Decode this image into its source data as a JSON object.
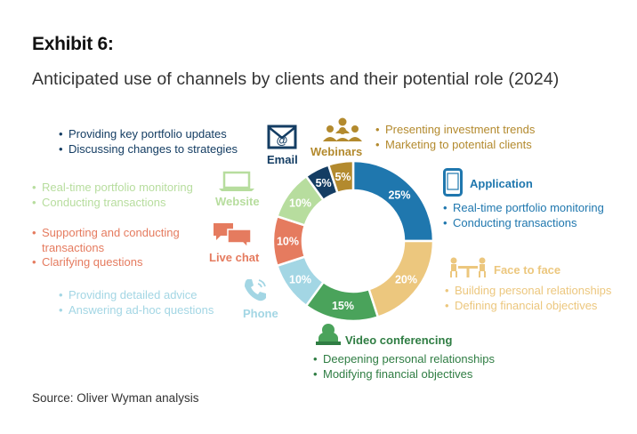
{
  "header": {
    "exhibit": "Exhibit 6:",
    "title": "Anticipated use of channels by clients and their potential role (2024)"
  },
  "source": "Source: Oliver Wyman analysis",
  "chart_data": {
    "type": "pie",
    "donut": true,
    "title": "Anticipated use of channels by clients and their potential role (2024)",
    "slices": [
      {
        "label": "Application",
        "value": 25,
        "value_label": "25%",
        "color": "#1f77ae",
        "icon": "smartphone-icon",
        "roles": [
          "Real-time portfolio monitoring",
          "Conducting transactions"
        ]
      },
      {
        "label": "Face to face",
        "value": 20,
        "value_label": "20%",
        "color": "#ecc77e",
        "icon": "meeting-table-icon",
        "roles": [
          "Building personal relationships",
          "Defining financial objectives"
        ]
      },
      {
        "label": "Video conferencing",
        "value": 15,
        "value_label": "15%",
        "color": "#4aa35b",
        "icon": "video-conference-icon",
        "roles": [
          "Deepening personal relationships",
          "Modifying financial objectives"
        ]
      },
      {
        "label": "Phone",
        "value": 10,
        "value_label": "10%",
        "color": "#a3d6e4",
        "icon": "phone-icon",
        "roles": [
          "Providing detailed advice",
          "Answering ad-hoc questions"
        ]
      },
      {
        "label": "Live chat",
        "value": 10,
        "value_label": "10%",
        "color": "#e57b5f",
        "icon": "chat-bubbles-icon",
        "roles": [
          "Supporting and conducting transactions",
          "Clarifying questions"
        ]
      },
      {
        "label": "Website",
        "value": 10,
        "value_label": "10%",
        "color": "#b7dd9e",
        "icon": "laptop-icon",
        "roles": [
          "Real-time portfolio monitoring",
          "Conducting transactions"
        ]
      },
      {
        "label": "Email",
        "value": 5,
        "value_label": "5%",
        "color": "#143d63",
        "icon": "email-icon",
        "roles": [
          "Providing key portfolio updates",
          "Discussing changes to strategies"
        ]
      },
      {
        "label": "Webinars",
        "value": 5,
        "value_label": "5%",
        "color": "#b38a2e",
        "icon": "audience-icon",
        "roles": [
          "Presenting investment trends",
          "Marketing to potential clients"
        ]
      }
    ]
  }
}
